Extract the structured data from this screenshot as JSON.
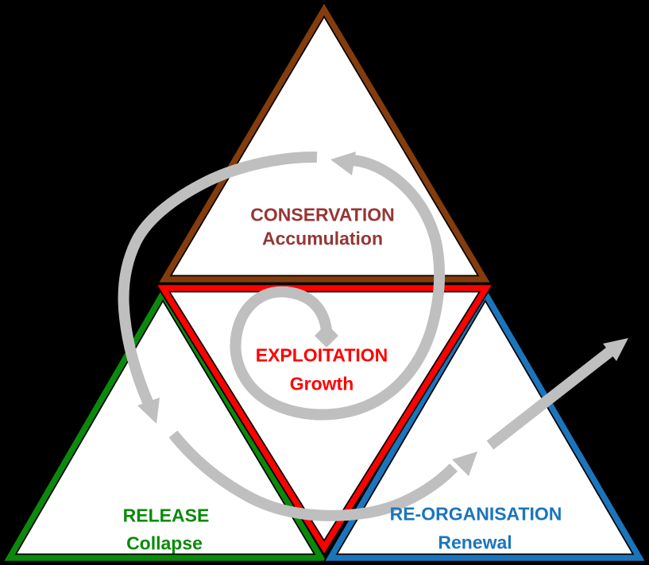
{
  "diagram": {
    "background_color": "#000000",
    "phases": [
      {
        "key": "conservation",
        "label": "CONSERVATION",
        "sublabel": "Accumulation",
        "text_color": "#953735",
        "border_color": "#843C0C",
        "fill_color": "#FFFFFF",
        "position": "top-triangle"
      },
      {
        "key": "exploitation",
        "label": "EXPLOITATION",
        "sublabel": "Growth",
        "text_color": "#FF0000",
        "border_color": "#FF0000",
        "fill_color": "#FFFFFF",
        "position": "center-inverted-triangle"
      },
      {
        "key": "release",
        "label": "RELEASE",
        "sublabel": "Collapse",
        "text_color": "#0A8A0A",
        "border_color": "#0A8A0A",
        "fill_color": "#FFFFFF",
        "position": "bottom-left-triangle"
      },
      {
        "key": "reorganisation",
        "label": "RE-ORGANISATION",
        "sublabel": "Renewal",
        "text_color": "#1B75BC",
        "border_color": "#1B75BC",
        "fill_color": "#FFFFFF",
        "position": "bottom-right-triangle"
      }
    ],
    "spiral": {
      "name": "adaptive-cycle-loop",
      "color": "#BFBFBF",
      "direction": "counterclockwise outward from center, exiting to upper right",
      "start_marker": "diamond",
      "arrowhead_count": 4
    }
  }
}
